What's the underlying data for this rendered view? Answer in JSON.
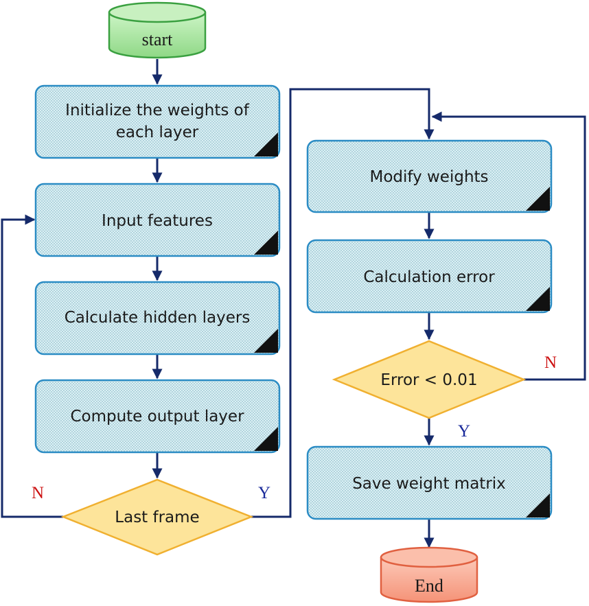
{
  "terminals": {
    "start": "start",
    "end": "End"
  },
  "left_column": {
    "init_line1": "Initialize the weights of",
    "init_line2": "each layer",
    "input": "Input features",
    "hidden": "Calculate hidden layers",
    "output": "Compute output layer",
    "decision": "Last frame"
  },
  "right_column": {
    "modify": "Modify weights",
    "error_calc": "Calculation error",
    "decision": "Error < 0.01",
    "save": "Save weight matrix"
  },
  "branch_labels": {
    "last_frame_no": "N",
    "last_frame_yes": "Y",
    "error_no": "N",
    "error_yes": "Y"
  },
  "colors": {
    "process_fill": "#dcf0f5",
    "process_border": "#2b8cc4",
    "decision_fill": "#fde49a",
    "decision_border": "#f0b030",
    "start_fill": "#a8e6a0",
    "start_border": "#3aa040",
    "end_fill": "#f8a890",
    "end_border": "#e06040",
    "connector": "#152a6a",
    "no_label": "#cc1111",
    "yes_label": "#1a2a9a"
  }
}
